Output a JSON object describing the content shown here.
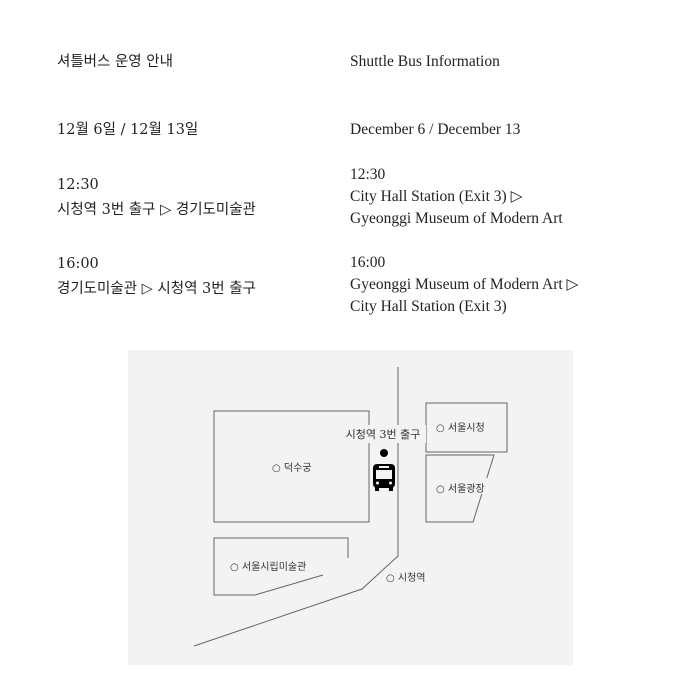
{
  "korean": {
    "title": "셔틀버스 운영 안내",
    "dates": "12월 6일 / 12월 13일",
    "trip1_time": "12:30",
    "trip1_route": "시청역 3번 출구 ▷ 경기도미술관",
    "trip2_time": "16:00",
    "trip2_route": "경기도미술관 ▷ 시청역 3번 출구"
  },
  "english": {
    "title": "Shuttle Bus Information",
    "dates": "December 6 / December 13",
    "trip1_time": "12:30",
    "trip1_route_line1": "City Hall Station (Exit 3) ▷",
    "trip1_route_line2": "Gyeonggi Museum of Modern Art",
    "trip2_time": "16:00",
    "trip2_route_line1": "Gyeonggi Museum of Modern Art ▷",
    "trip2_route_line2": "City Hall Station (Exit 3)"
  },
  "map": {
    "pickup_label": "시청역 3번 출구",
    "deoksugung": "○ 덕수궁",
    "city_hall": "○ 서울시청",
    "plaza": "○ 서울광장",
    "sema": "○ 서울시립미술관",
    "station": "○ 시청역",
    "icons": [
      "location-dot-icon",
      "bus-icon"
    ]
  }
}
